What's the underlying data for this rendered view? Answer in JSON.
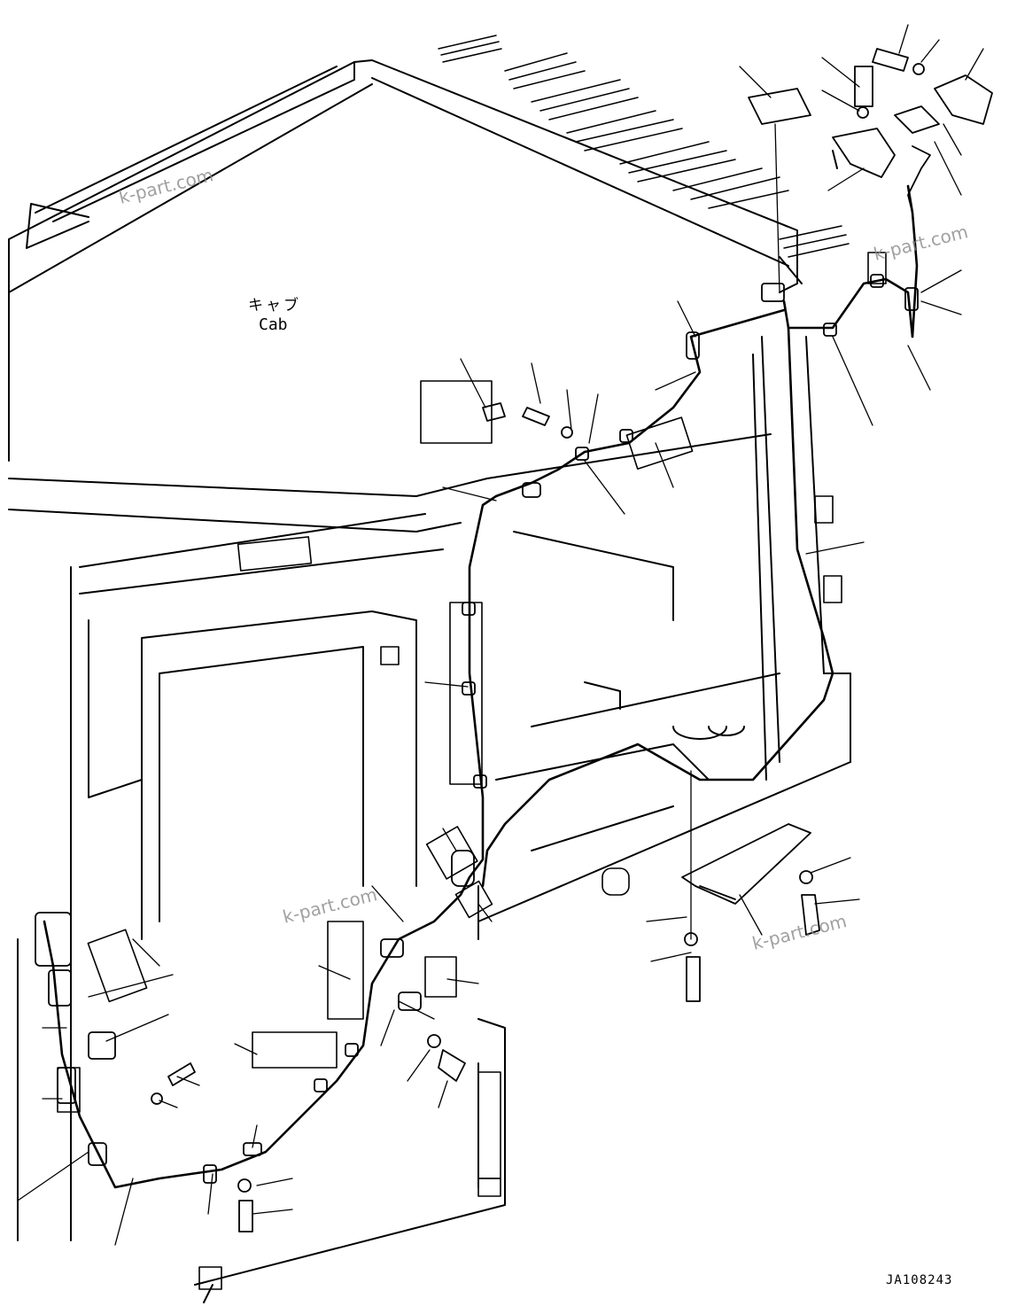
{
  "diagram": {
    "cab_label_jp": "キャブ",
    "cab_label_en": "Cab",
    "drawing_code": "JA108243",
    "watermark": "k-part.com",
    "line_color": "#000000",
    "watermark_color": "#8a8a8a",
    "background": "#ffffff"
  }
}
